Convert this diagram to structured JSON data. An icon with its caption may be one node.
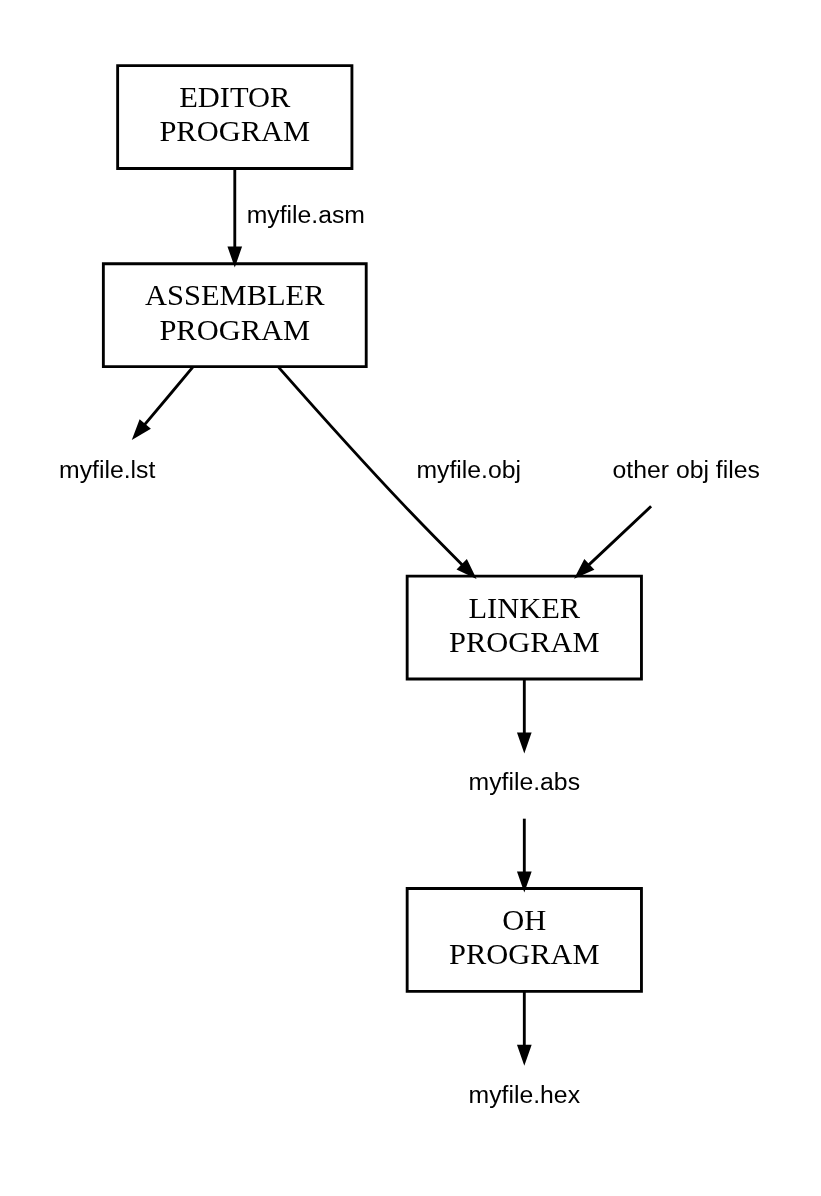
{
  "diagram": {
    "nodes": [
      {
        "text": [
          "EDITOR PROGRAM"
        ]
      },
      {
        "text": [
          "ASSEMBLER PROGRAM"
        ]
      },
      {
        "text": [
          "myfile.lst"
        ]
      },
      {
        "text": [
          "other obj files"
        ]
      },
      {
        "text": [
          "LINKER PROGRAM"
        ]
      },
      {
        "text": [
          "myfile.abs"
        ]
      },
      {
        "text": [
          "OH PROGRAM"
        ]
      },
      {
        "text": [
          "myfile.hex"
        ]
      }
    ],
    "edges": [
      {
        "from": 0,
        "to": 1,
        "arrow": "to",
        "label": "myfile.asm"
      },
      {
        "from": 1,
        "to": 2,
        "arrow": "to"
      },
      {
        "from": 1,
        "to": 4,
        "arrow": "to",
        "label": "myfile.obj"
      },
      {
        "from": 3,
        "to": 4,
        "arrow": "to"
      },
      {
        "from": 4,
        "to": 5,
        "arrow": "to"
      },
      {
        "from": 5,
        "to": 6,
        "arrow": "to"
      },
      {
        "from": 6,
        "to": 7,
        "arrow": "to"
      }
    ]
  }
}
